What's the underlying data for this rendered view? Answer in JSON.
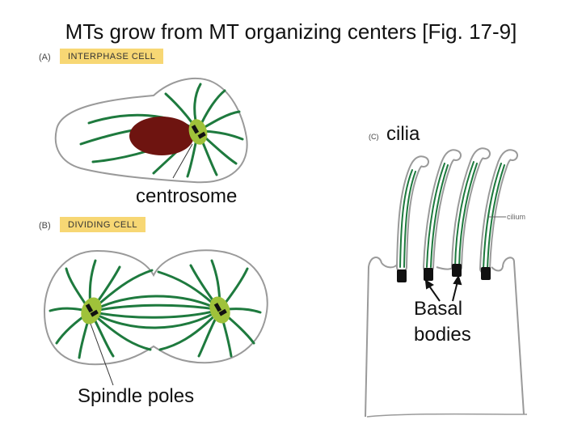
{
  "title": "MTs grow from MT organizing centers [Fig. 17-9]",
  "panels": {
    "a": {
      "letter": "(A)",
      "tag": "INTERPHASE CELL"
    },
    "b": {
      "letter": "(B)",
      "tag": "DIVIDING CELL"
    },
    "c": {
      "letter": "(C)"
    }
  },
  "labels": {
    "cilia": "cilia",
    "centrosome": "centrosome",
    "cilium": "cilium",
    "basal_bodies_line1": "Basal",
    "basal_bodies_line2": "bodies",
    "spindle_poles": "Spindle poles"
  },
  "colors": {
    "microtubule": "#1e7a3e",
    "centrosome_fill": "#9fc23a",
    "nucleus": "#6e1410",
    "tag_bg": "#f7d774",
    "outline": "#9a9a9a"
  }
}
